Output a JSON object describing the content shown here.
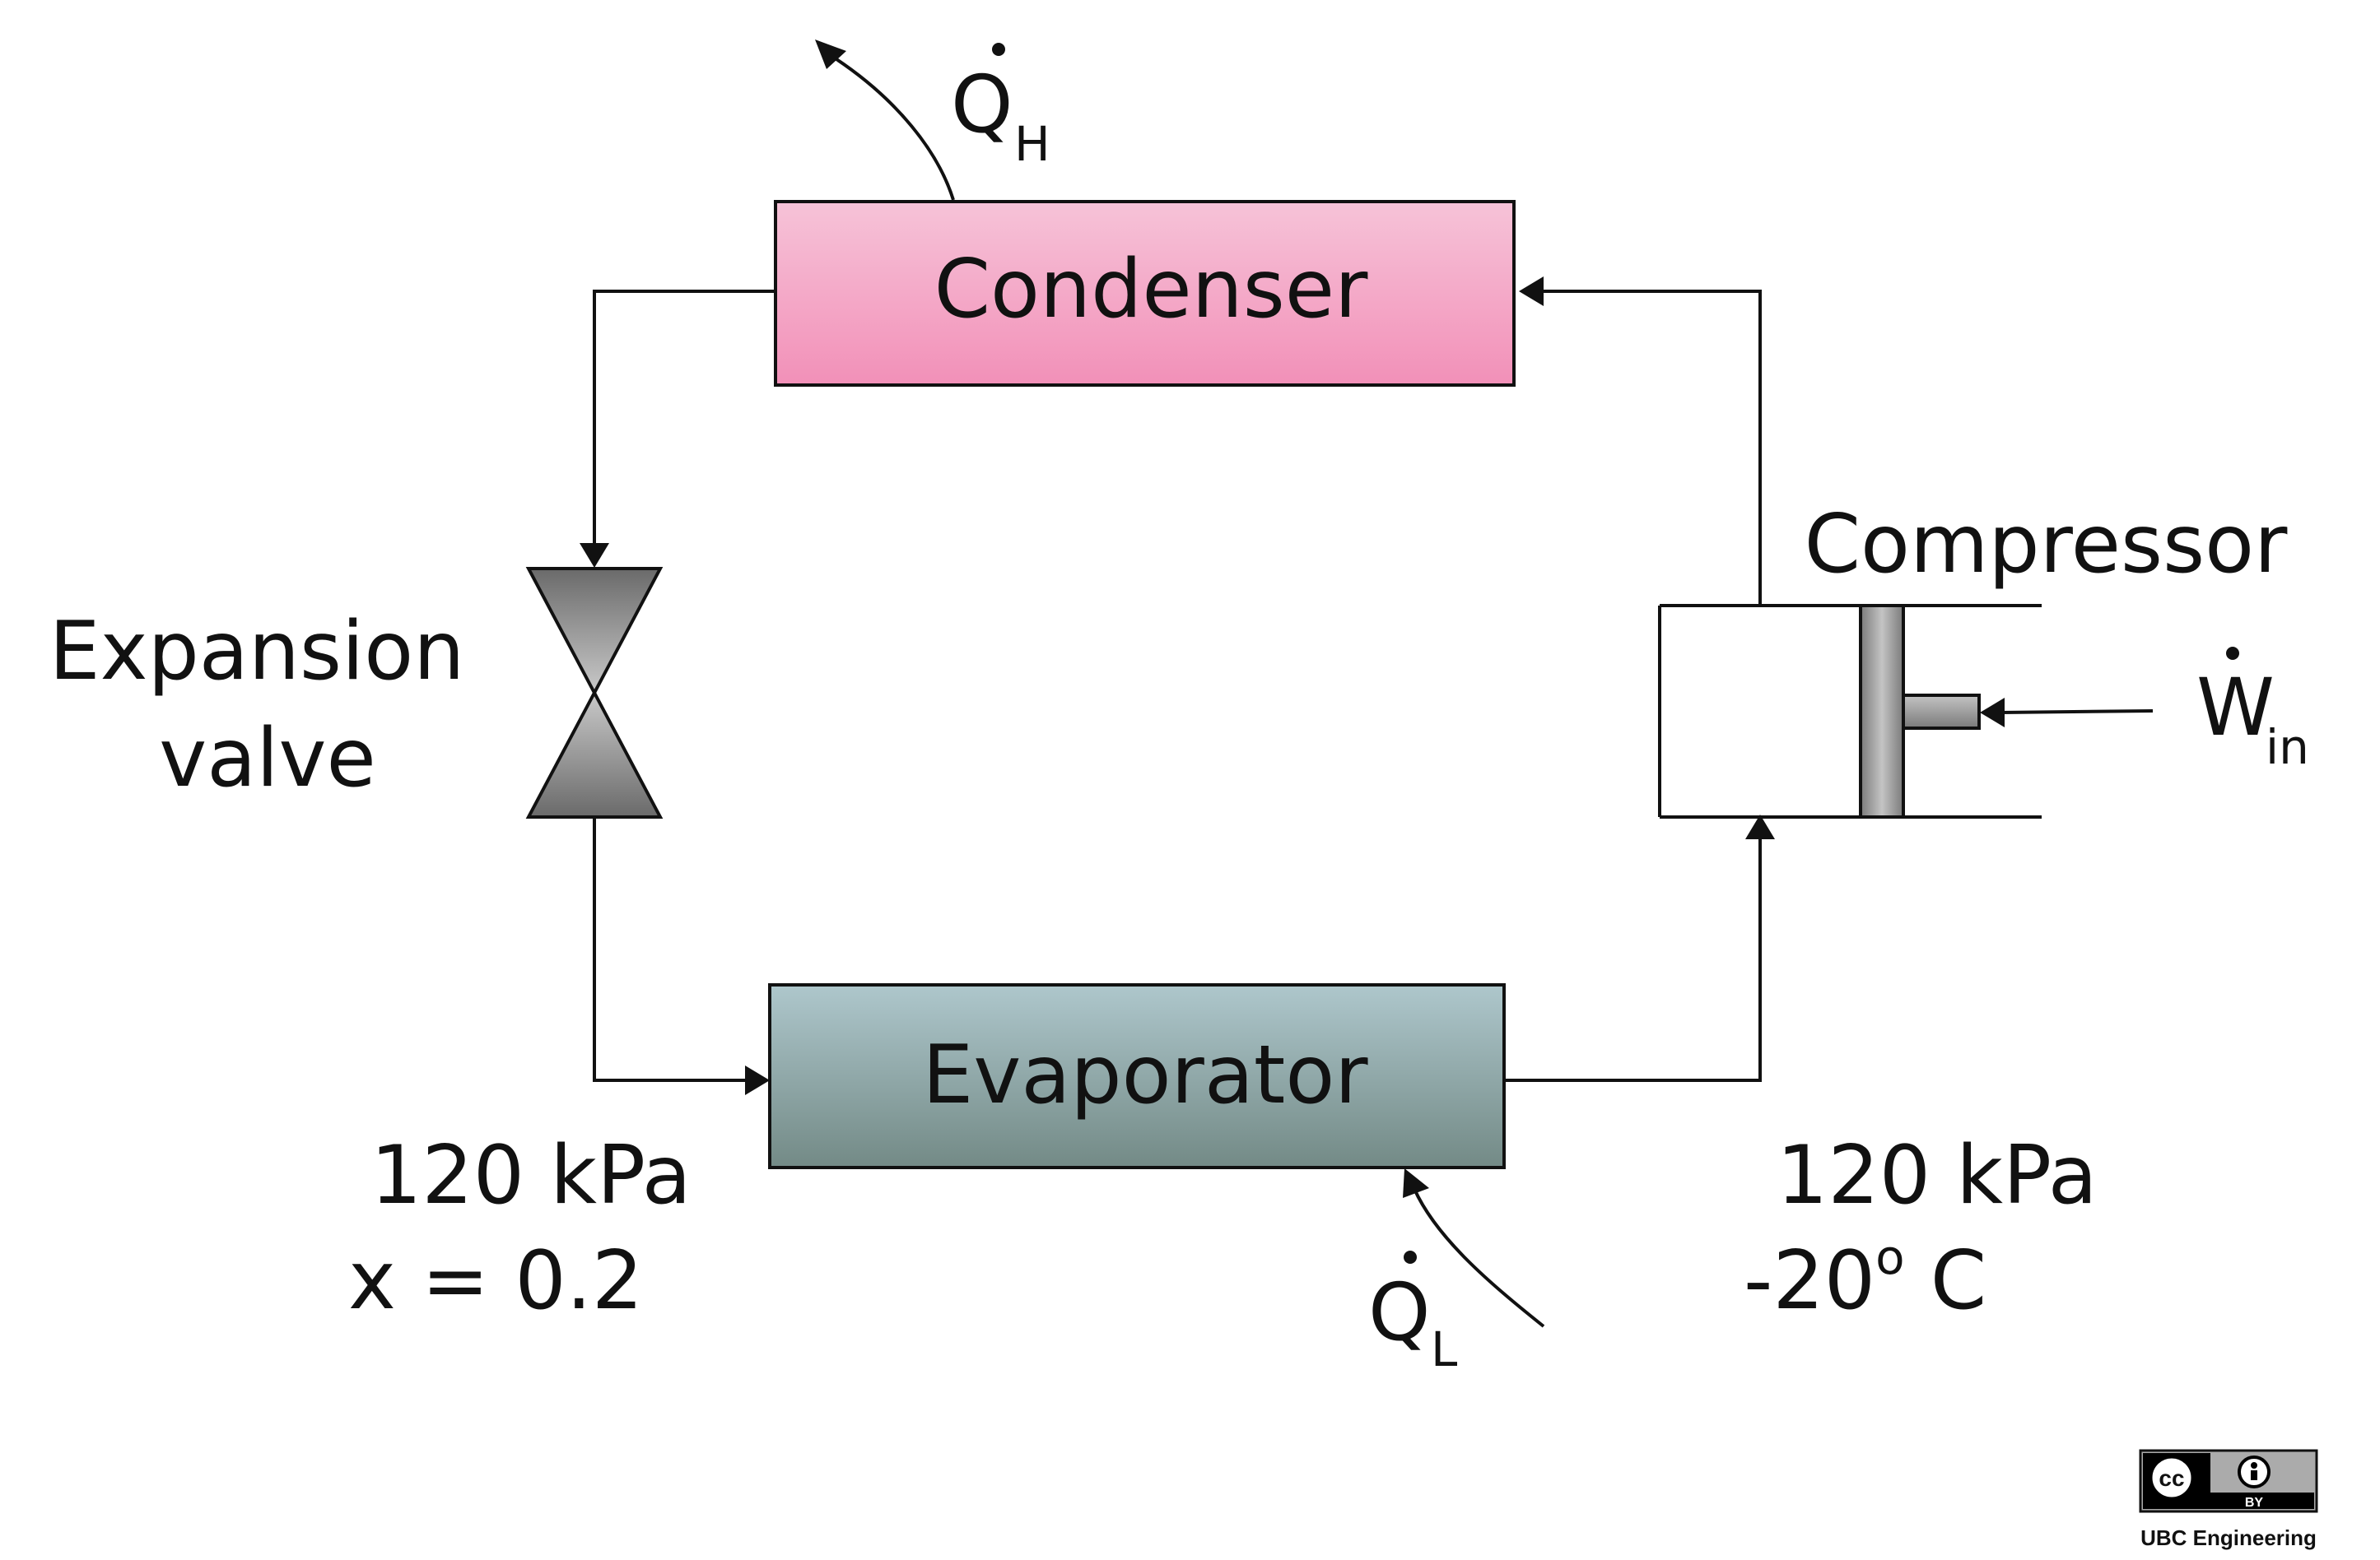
{
  "components": {
    "condenser": {
      "label": "Condenser"
    },
    "evaporator": {
      "label": "Evaporator"
    },
    "compressor": {
      "label": "Compressor"
    },
    "expansion_valve": {
      "line1": "Expansion",
      "line2": "valve"
    }
  },
  "heat_flows": {
    "q_high": {
      "symbol": "Q",
      "subscript": "H"
    },
    "q_low": {
      "symbol": "Q",
      "subscript": "L"
    },
    "work_in": {
      "symbol": "W",
      "subscript": "in"
    }
  },
  "states": {
    "evaporator_inlet": {
      "pressure": "120 kPa",
      "quality": "x = 0.2"
    },
    "compressor_inlet": {
      "pressure": "120 kPa",
      "temp_value": "-20",
      "temp_degree": "o",
      "temp_unit": " C"
    }
  },
  "license": {
    "cc": "cc",
    "by": "BY",
    "credit": "UBC Engineering"
  },
  "colors": {
    "condenser_top": "#f6c3d8",
    "condenser_bottom": "#f290b8",
    "evaporator_top": "#aec7cc",
    "evaporator_bottom": "#738a86",
    "valve_dark": "#6a6a6a",
    "valve_light": "#c9c9c9",
    "piston": "#9a9a9a"
  }
}
